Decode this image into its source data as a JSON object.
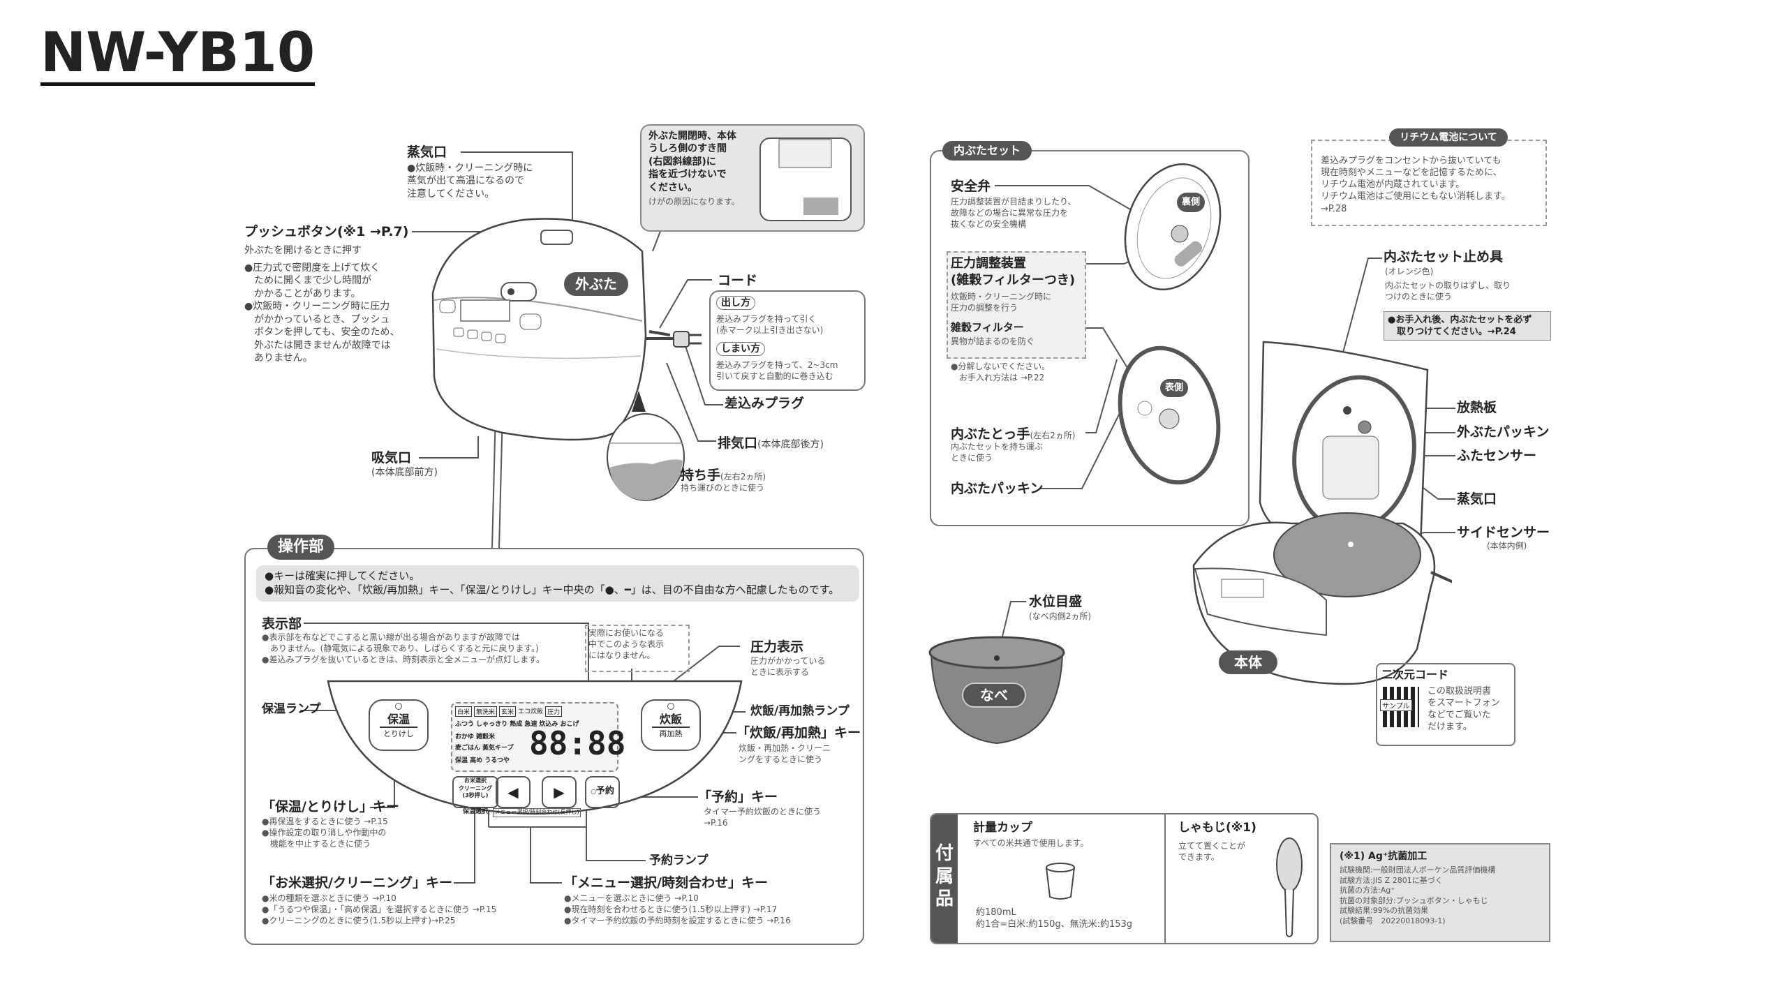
{
  "title": "NW-YB10",
  "top_diagram": {
    "steam_vent": {
      "label": "蒸気口",
      "desc": "●炊飯時・クリーニング時に\n蒸気が出て高温になるので\n注意してください。"
    },
    "push_button": {
      "label": "プッシュボタン(※1 →P.7)",
      "desc": "外ぶたを開けるときに押す",
      "notes": "●圧力式で密閉度を上げて炊く\n　ために開くまで少し時間が\n　かかることがあります。\n●炊飯時・クリーニング時に圧力\n　がかかっているとき、プッシュ\n　ボタンを押しても、安全のため、\n　外ぶたは開きませんが故障では\n　ありません。"
    },
    "warning": {
      "title": "外ぶた開閉時、本体\nうしろ側のすき間\n(右図斜線部)に\n指を近づけないで\nください。",
      "desc": "けがの原因になります。"
    },
    "outer_lid_badge": "外ぶた",
    "cord": {
      "label": "コード",
      "pull_title": "出し方",
      "pull_desc": "差込みプラグを持って引く\n(赤マーク以上引き出さない)",
      "store_title": "しまい方",
      "store_desc": "差込みプラグを持って、2~3cm\n引いて戻すと自動的に巻き込む"
    },
    "plug": "差込みプラグ",
    "exhaust": {
      "label": "排気口",
      "note": "(本体底部後方)"
    },
    "handle": {
      "label": "持ち手",
      "note": "(左右2ヵ所)",
      "desc": "持ち運びのときに使う"
    },
    "intake": {
      "label": "吸気口",
      "note": "(本体底部前方)"
    }
  },
  "control_panel": {
    "badge": "操作部",
    "notes": "●キーは確実に押してください。\n●報知音の変化や、「炊飯/再加熱」キー、「保温/とりけし」キー中央の「●、━」は、目の不自由な方へ配慮したものです。",
    "display": {
      "label": "表示部",
      "desc": "●表示部を布などでこすると黒い線が出る場合がありますが故障では\n　ありません。(静電気による現象であり、しばらくすると元に戻ります。)\n●差込みプラグを抜いているときは、時刻表示と全メニューが点灯します。"
    },
    "dotted_note": "実際にお使いになる\n中でこのような表示\nにはなりません。",
    "pressure": {
      "label": "圧力表示",
      "desc": "圧力がかかっている\nときに表示する"
    },
    "keep_warm_lamp": "保温ランプ",
    "cook_lamp": "炊飯/再加熱ランプ",
    "cook_key": {
      "label": "「炊飯/再加熱」キー",
      "desc": "炊飯・再加熱・クリーニ\nングをするときに使う"
    },
    "keep_warm_key": {
      "label": "「保温/とりけし」キー",
      "desc": "●再保温をするときに使う →P.15\n●操作設定の取り消しや作動中の\n　機能を中止するときに使う"
    },
    "timer_key": {
      "label": "「予約」キー",
      "desc": "タイマー予約炊飯のときに使う\n→P.16"
    },
    "timer_lamp": "予約ランプ",
    "rice_key": {
      "label": "「お米選択/クリーニング」キー",
      "desc": "●米の種類を選ぶときに使う →P.10\n●「うるつや保温」・「高め保温」を選択するときに使う →P.15\n●クリーニングのときに使う(1.5秒以上押す)→P.25"
    },
    "menu_key": {
      "label": "「メニュー選択/時刻合わせ」キー",
      "desc": "●メニューを選ぶときに使う →P.10\n●現在時刻を合わせるときに使う(1.5秒以上押す) →P.17\n●タイマー予約炊飯の予約時刻を設定するときに使う →P.16"
    },
    "buttons": {
      "keep_top": "保温",
      "keep_bottom": "とりけし",
      "cook_top": "炊飯",
      "cook_bottom": "再加熱",
      "rice": "お米選択\nクリーニング\n(3秒押し)",
      "rice_sub": "保温選択",
      "menu_sub": "メニュー選択/時刻合わせ(長押し)",
      "timer": "予約"
    },
    "lcd": {
      "row1": [
        "白米",
        "無洗米",
        "玄米",
        "エコ炊飯",
        "圧力"
      ],
      "row2": "ふつう しゃっきり 熟成 急速 炊込み おこげ",
      "row3": "おかゆ 雑穀米",
      "row4": "麦ごはん 蒸気キープ",
      "row5": "保温 高め うるつや",
      "time": "88:88"
    }
  },
  "inner_lid": {
    "badge": "内ぶたセット",
    "safety_valve": {
      "label": "安全弁",
      "desc": "圧力調整装置が目詰まりしたり、\n故障などの場合に異常な圧力を\n抜くなどの安全機構"
    },
    "pressure_device": {
      "label": "圧力調整装置\n(雑穀フィルターつき)",
      "desc": "炊飯時・クリーニング時に\n圧力の調整を行う"
    },
    "filter": {
      "label": "雑穀フィルター",
      "desc": "異物が詰まるのを防ぐ"
    },
    "note": "●分解しないでください。\n　お手入れ方法は →P.22",
    "knob": {
      "label": "内ぶたとっ手",
      "note": "(左右2ヵ所)",
      "desc": "内ぶたセットを持ち運ぶ\nときに使う"
    },
    "packing": "内ぶたパッキン",
    "back_badge": "裏側",
    "front_badge": "表側"
  },
  "lithium": {
    "badge": "リチウム電池について",
    "text": "差込みプラグをコンセントから抜いていても\n現在時刻やメニューなどを記憶するために、\nリチウム電池が内蔵されています。\nリチウム電池はご使用にともない消耗します。\n→P.28"
  },
  "main_body": {
    "stopper": {
      "label": "内ぶたセット止め具",
      "note": "(オレンジ色)",
      "desc": "内ぶたセットの取りはずし、取り\nつけのときに使う",
      "warning": "●お手入れ後、内ぶたセットを必ず\n　取りつけてください。→P.24"
    },
    "heat_plate": "放熱板",
    "outer_packing": "外ぶたパッキン",
    "lid_sensor": "ふたセンサー",
    "steam_vent": "蒸気口",
    "side_sensor": {
      "label": "サイドセンサー",
      "note": "(本体内側)"
    },
    "badge": "本体",
    "qr": {
      "label": "二次元コード",
      "sample": "サンプル",
      "desc": "この取扱説明書\nをスマートフォン\nなどでご覧いた\nだけます。"
    }
  },
  "pot": {
    "label": "水位目盛",
    "note": "(なべ内側2ヵ所)",
    "badge": "なべ"
  },
  "accessories": {
    "header": "付\n属\n品",
    "cup": {
      "label": "計量カップ",
      "desc": "すべての米共通で使用します。",
      "spec": "約180mL\n約1合=白米:約150g、無洗米:約153g"
    },
    "paddle": {
      "label": "しゃもじ(※1)",
      "desc": "立てて置くことが\nできます。"
    }
  },
  "antibacterial": {
    "title": "(※1) Ag⁺抗菌加工",
    "lines": "試験機関:一般財団法人ボーケン品質評価機構\n試験方法:JIS Z 2801に基づく\n抗菌の方法:Ag⁺\n抗菌の対象部分:プッシュボタン・しゃもじ\n試験結果:99%の抗菌効果\n(試験番号　20220018093-1)"
  }
}
